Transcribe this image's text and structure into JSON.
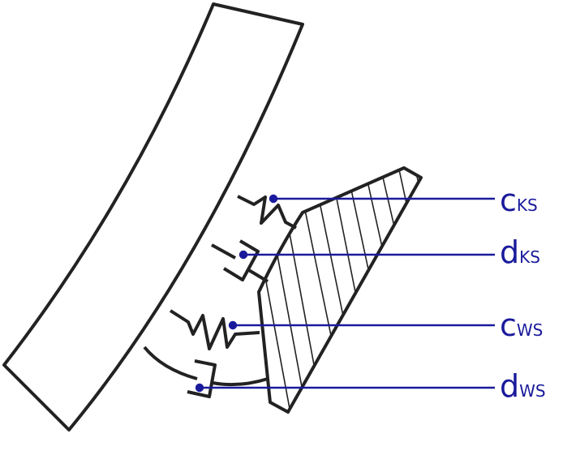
{
  "labels": [
    {
      "main": "c",
      "sub": "KS"
    },
    {
      "main": "d",
      "sub": "KS"
    },
    {
      "main": "c",
      "sub": "WS"
    },
    {
      "main": "d",
      "sub": "WS"
    }
  ],
  "colors": {
    "line": "#1a1a9c",
    "stroke": "#222222"
  }
}
